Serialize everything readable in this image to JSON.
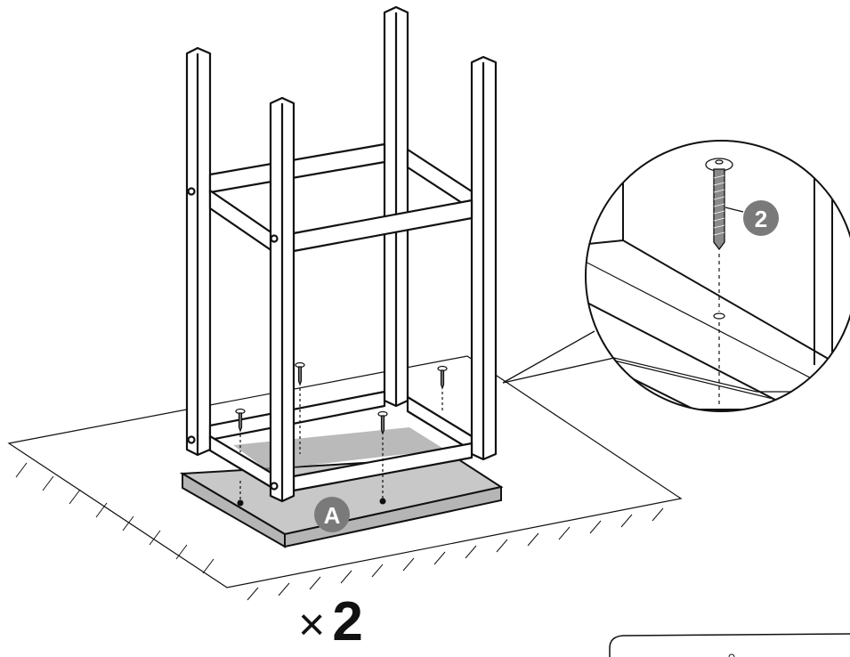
{
  "instruction": {
    "part_label": "A",
    "screw_label": "2",
    "quantity_symbol": "×",
    "quantity": "2"
  },
  "colors": {
    "line": "#111111",
    "panel_fill": "#c8c8c8",
    "badge_fill": "#7a7a7a",
    "badge_text": "#ffffff",
    "background": "#ffffff"
  }
}
